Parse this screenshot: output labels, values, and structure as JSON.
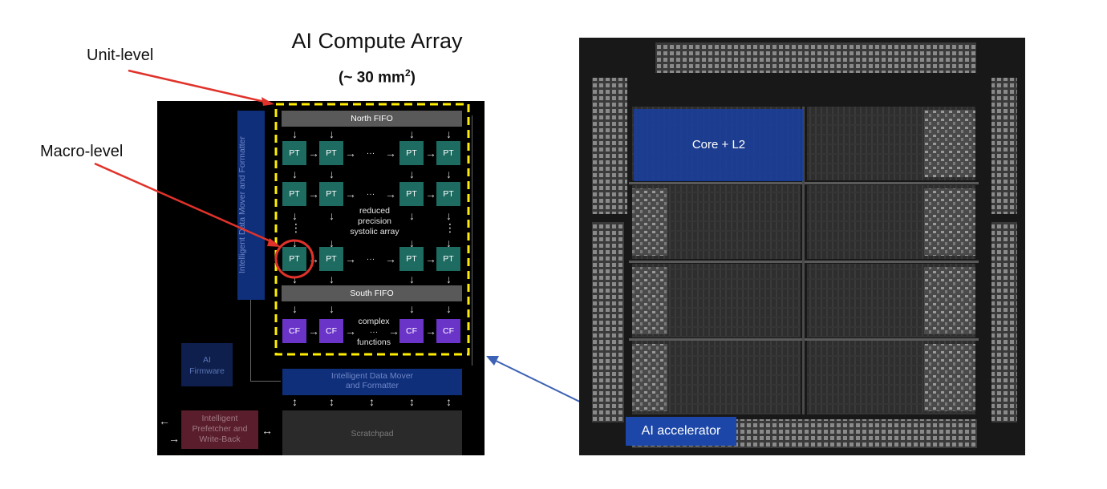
{
  "diagram": {
    "title": "AI Compute Array",
    "area_prefix": "(~ 30 mm",
    "area_exp": "2",
    "area_suffix": ")",
    "callouts": {
      "unit": "Unit-level",
      "macro": "Macro-level"
    },
    "array": {
      "north_fifo": "North FIFO",
      "south_fifo": "South FIFO",
      "pt_label": "PT",
      "cf_label": "CF",
      "ellipsis": "···",
      "vdots": "⋮",
      "systolic_l1": "reduced",
      "systolic_l2": "precision",
      "systolic_l3": "systolic array",
      "complex_l1": "complex",
      "complex_l2": "functions"
    },
    "blocks": {
      "mover_vertical": "Intelligent Data Mover and Formatter",
      "mover_h1": "Intelligent Data Mover",
      "mover_h2": "and Formatter",
      "firmware_l1": "AI",
      "firmware_l2": "Firmware",
      "prefetch_l1": "Intelligent",
      "prefetch_l2": "Prefetcher and",
      "prefetch_l3": "Write-Back",
      "scratchpad": "Scratchpad"
    },
    "die": {
      "cores_label": "Core + L2",
      "ai_label": "AI accelerator"
    },
    "colors": {
      "pt": "#1e6b62",
      "cf": "#6b34c9",
      "highlight": "#ffee00",
      "callout_arrow": "#e0322a",
      "link_arrow": "#3d62b5",
      "tag": "#1c47a8"
    }
  }
}
